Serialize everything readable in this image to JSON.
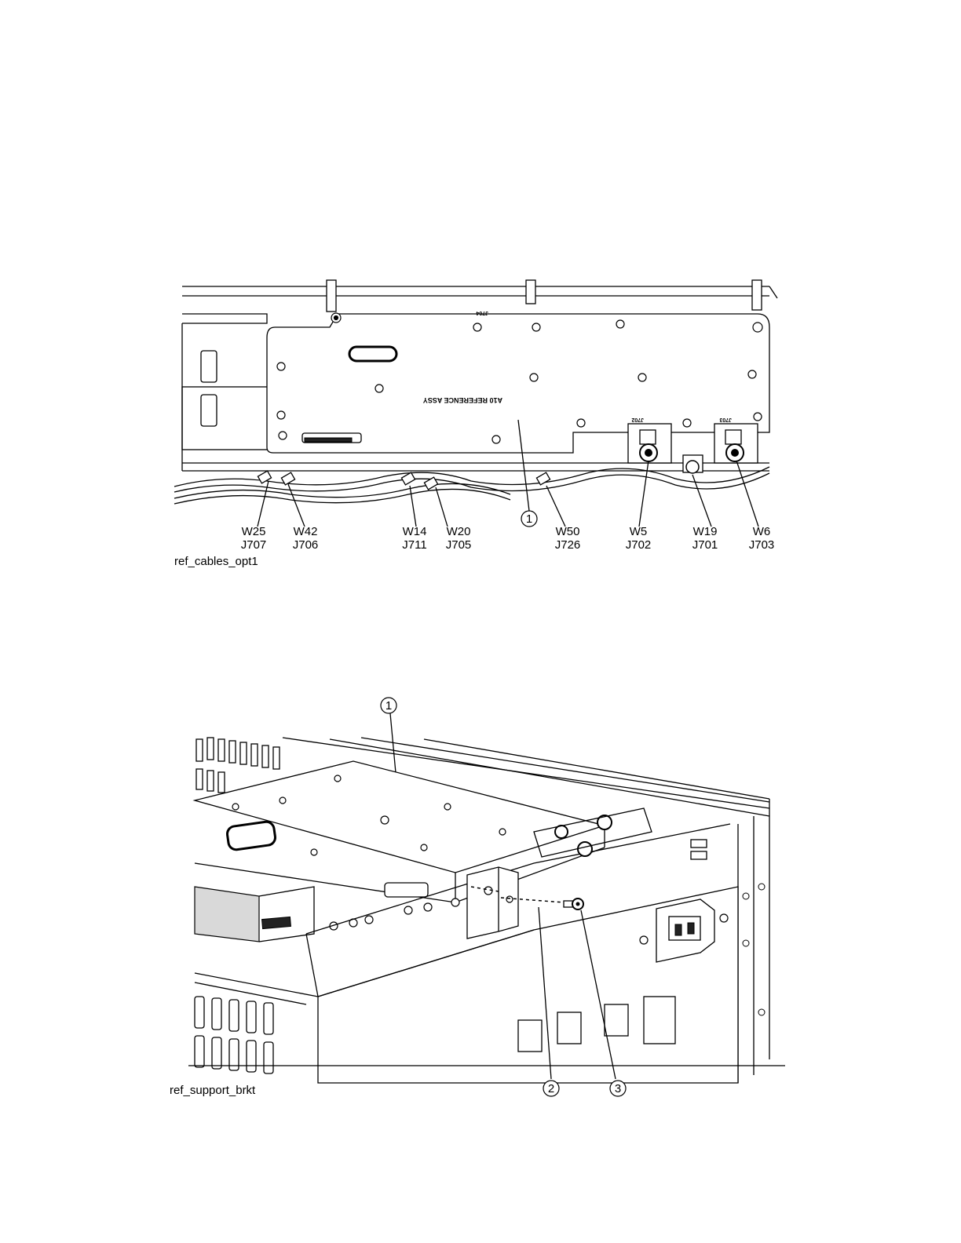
{
  "figure1": {
    "caption": "ref_cables_opt1",
    "callout": "1",
    "labels": [
      {
        "w": "W25",
        "j": "J707"
      },
      {
        "w": "W42",
        "j": "J706"
      },
      {
        "w": "W14",
        "j": "J711"
      },
      {
        "w": "W20",
        "j": "J705"
      },
      {
        "w": "W50",
        "j": "J726"
      },
      {
        "w": "W5",
        "j": "J702"
      },
      {
        "w": "W19",
        "j": "J701"
      },
      {
        "w": "W6",
        "j": "J703"
      }
    ]
  },
  "figure2": {
    "caption": "ref_support_brkt",
    "callouts": [
      "1",
      "2",
      "3"
    ]
  }
}
